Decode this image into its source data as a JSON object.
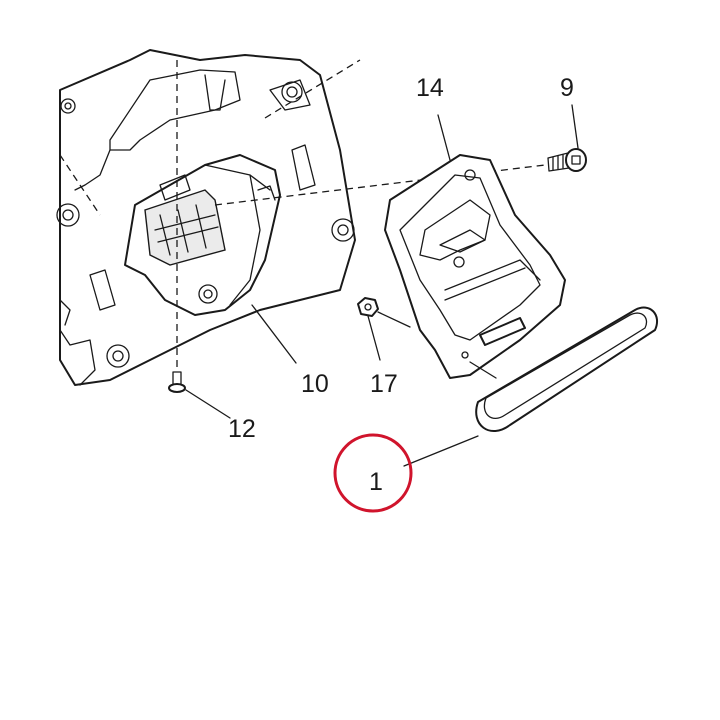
{
  "diagram": {
    "callouts": [
      {
        "id": "part-14",
        "label": "14"
      },
      {
        "id": "part-9",
        "label": "9"
      },
      {
        "id": "part-17",
        "label": "17"
      },
      {
        "id": "part-10",
        "label": "10"
      },
      {
        "id": "part-12",
        "label": "12"
      },
      {
        "id": "part-1",
        "label": "1"
      }
    ],
    "highlight": {
      "target": "1",
      "color": "#d0142c"
    }
  }
}
